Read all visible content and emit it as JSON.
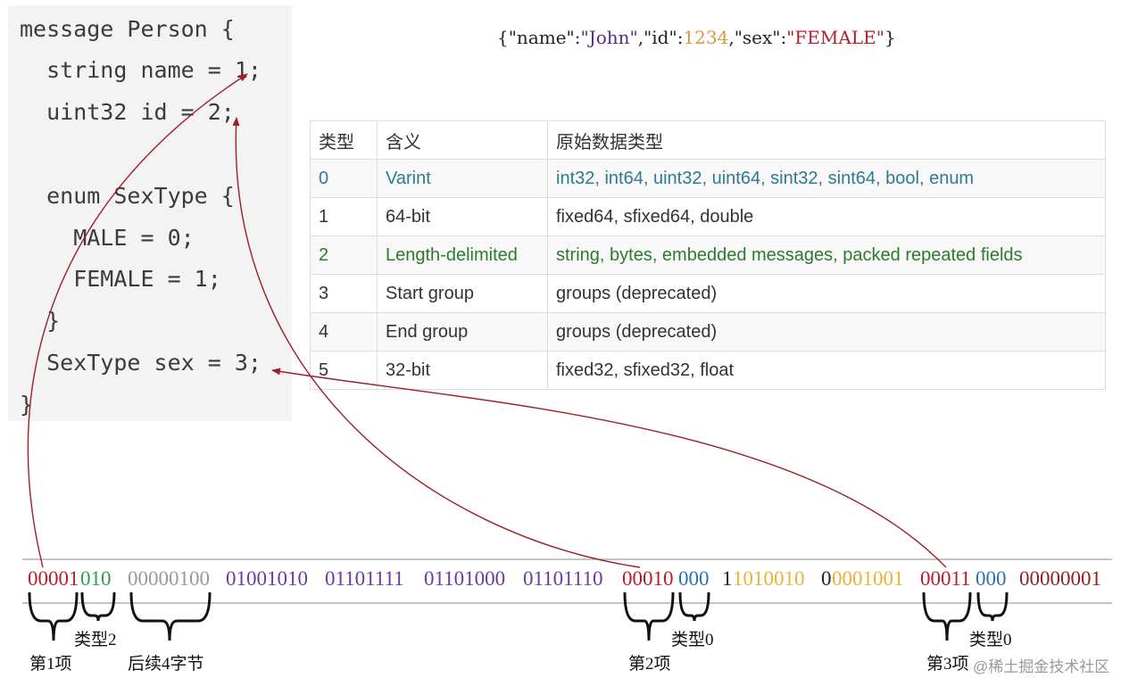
{
  "code": {
    "lines": [
      "message Person {",
      "  string name = 1;",
      "  uint32 id = 2;",
      "",
      "  enum SexType {",
      "    MALE = 0;",
      "    FEMALE = 1;",
      "  }",
      "  SexType sex = 3;",
      "}"
    ]
  },
  "json": {
    "open": "{",
    "k_name": "\"name\"",
    "colon": ":",
    "v_name": "\"John\"",
    "comma": ",",
    "k_id": "\"id\"",
    "v_id": "1234",
    "k_sex": "\"sex\"",
    "v_sex": "\"FEMALE\"",
    "close": "}"
  },
  "wire_table": {
    "headers": [
      "类型",
      "含义",
      "原始数据类型"
    ],
    "rows": [
      {
        "type": "0",
        "meaning": "Varint",
        "data_types": "int32, int64, uint32, uint64, sint32, sint64, bool, enum",
        "color": "#2e7b8f"
      },
      {
        "type": "1",
        "meaning": "64-bit",
        "data_types": "fixed64, sfixed64, double",
        "color": "#333333"
      },
      {
        "type": "2",
        "meaning": "Length-delimited",
        "data_types": "string, bytes, embedded messages, packed repeated fields",
        "color": "#2d7a2d"
      },
      {
        "type": "3",
        "meaning": "Start group",
        "data_types": "groups (deprecated)",
        "color": "#333333"
      },
      {
        "type": "4",
        "meaning": "End group",
        "data_types": "groups (deprecated)",
        "color": "#333333"
      },
      {
        "type": "5",
        "meaning": "32-bit",
        "data_types": "fixed32, sfixed32, float",
        "color": "#333333"
      }
    ]
  },
  "binary": {
    "segments": [
      {
        "text": "00001",
        "color": "#b2202a"
      },
      {
        "text": "010",
        "color": "#2e9e4a"
      },
      {
        "text": "00000100",
        "color": "#9a9a9a"
      },
      {
        "text": "01001010",
        "color": "#6a3d9a"
      },
      {
        "text": "01101111",
        "color": "#6a3d9a"
      },
      {
        "text": "01101000",
        "color": "#6a3d9a"
      },
      {
        "text": "01101110",
        "color": "#6a3d9a"
      },
      {
        "text": "00010",
        "color": "#b2202a"
      },
      {
        "text": "000",
        "color": "#2a73b0"
      },
      {
        "text": "1",
        "color": "#222222"
      },
      {
        "text": "1010010",
        "color": "#e8b43a"
      },
      {
        "text": "0",
        "color": "#222222"
      },
      {
        "text": "0001001",
        "color": "#e8b43a"
      },
      {
        "text": "00011",
        "color": "#b2202a"
      },
      {
        "text": "000",
        "color": "#2a73b0"
      },
      {
        "text": "00000001",
        "color": "#8b2323"
      }
    ]
  },
  "labels": {
    "item1": "第1项",
    "type2": "类型2",
    "next4": "后续4字节",
    "item2": "第2项",
    "type0_a": "类型0",
    "item3": "第3项",
    "type0_b": "类型0"
  },
  "watermark": "@稀土掘金技术社区",
  "colors": {
    "arrow": "#a01e28",
    "field_number": "#b2202a",
    "wire_type_2": "#2e9e4a",
    "wire_type_0": "#2a73b0",
    "length": "#9a9a9a",
    "string_bytes": "#6a3d9a",
    "varint_bytes": "#e8b43a",
    "enum_value": "#8b2323"
  }
}
